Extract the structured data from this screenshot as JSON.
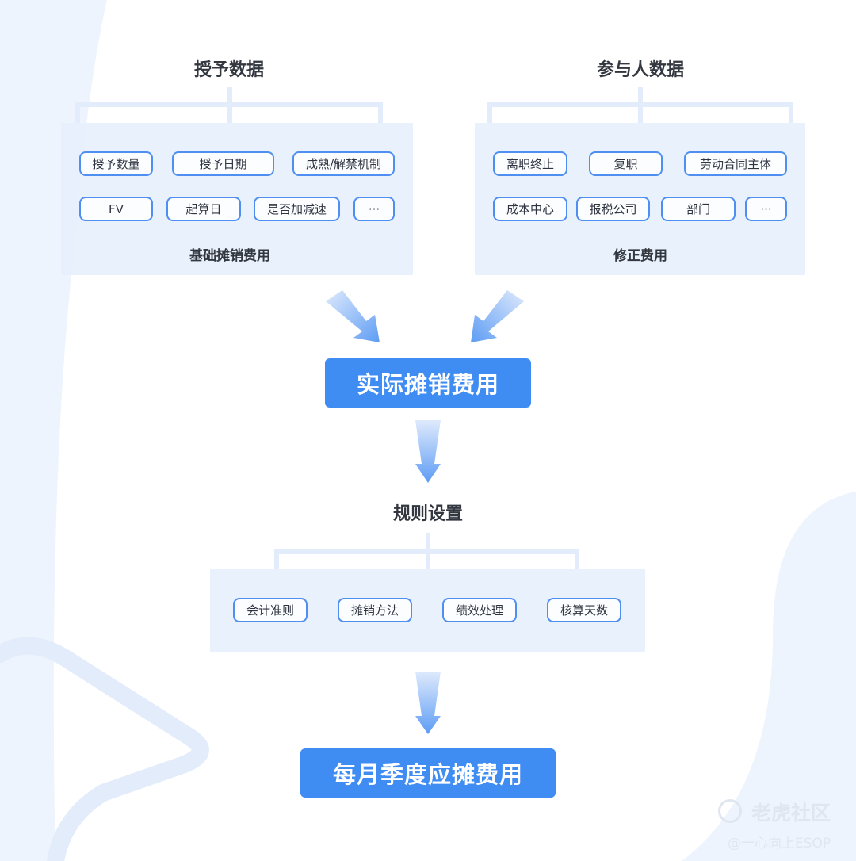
{
  "top_left": {
    "title": "授予数据",
    "tags": [
      "授予数量",
      "授予日期",
      "成熟/解禁机制",
      "FV",
      "起算日",
      "是否加减速",
      "···"
    ],
    "caption": "基础摊销费用"
  },
  "top_right": {
    "title": "参与人数据",
    "tags": [
      "离职终止",
      "复职",
      "劳动合同主体",
      "成本中心",
      "报税公司",
      "部门",
      "···"
    ],
    "caption": "修正费用"
  },
  "actual_box": {
    "label": "实际摊销费用"
  },
  "rules": {
    "title": "规则设置",
    "tags": [
      "会计准则",
      "摊销方法",
      "绩效处理",
      "核算天数"
    ]
  },
  "final_box": {
    "label": "每月季度应摊费用"
  },
  "watermark": {
    "brand": "老虎社区",
    "handle": "@一心向上ESOP"
  },
  "colors": {
    "accent": "#3f8cf2",
    "tag_border": "#4f8ff2",
    "panel": "#e5effc",
    "text": "#33373f"
  }
}
